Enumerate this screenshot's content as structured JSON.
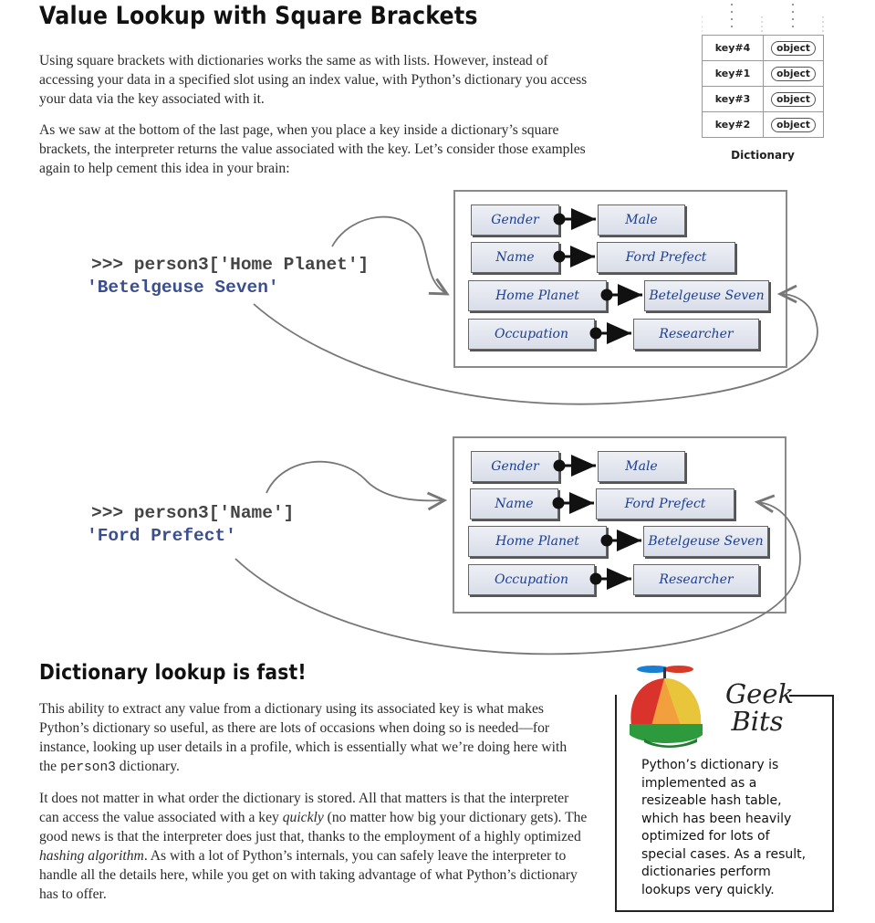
{
  "heading_main": "Value Lookup with Square Brackets",
  "intro": {
    "p1": "Using square brackets with dictionaries works the same as with lists. However, instead of accessing your data in a specified slot using an index value, with Python’s dictionary you access your data via the key associated with it.",
    "p2": "As we saw at the bottom of the last page, when you place a key inside a dictionary’s square brackets, the interpreter returns the value associated with the key. Let’s consider those examples again to help cement this idea in your brain:"
  },
  "dict_figure": {
    "rows": [
      {
        "key": "key#4",
        "value": "object"
      },
      {
        "key": "key#1",
        "value": "object"
      },
      {
        "key": "key#3",
        "value": "object"
      },
      {
        "key": "key#2",
        "value": "object"
      }
    ],
    "caption": "Dictionary"
  },
  "example1": {
    "input": ">>> person3['Home Planet']",
    "output": "'Betelgeuse Seven'"
  },
  "example2": {
    "input": ">>> person3['Name']",
    "output": "'Ford Prefect'"
  },
  "dict_pairs": [
    {
      "key": "Gender",
      "value": "Male"
    },
    {
      "key": "Name",
      "value": "Ford Prefect"
    },
    {
      "key": "Home Planet",
      "value": "Betelgeuse Seven"
    },
    {
      "key": "Occupation",
      "value": "Researcher"
    }
  ],
  "heading_fast": "Dictionary lookup is fast!",
  "body": {
    "p1_a": "This ability to extract any value from a dictionary using its associated key is what makes Python’s dictionary so useful, as there are lots of occasions when doing so is needed—for instance, looking up user details in a profile, which is essentially what we’re doing here with the ",
    "p1_code": "person3",
    "p1_b": " dictionary.",
    "p2_a": "It does not matter in what order the dictionary is stored. All that matters is that the interpreter can access the value associated with a key ",
    "p2_i1": "quickly",
    "p2_b": " (no matter how big your dictionary gets). The good news is that the interpreter does just that, thanks to the employment of a highly optimized ",
    "p2_i2": "hashing algorithm",
    "p2_c": ". As with a lot of Python’s internals, you can safely leave the interpreter to handle all the details here, while you get on with taking advantage of what Python’s dictionary has to offer."
  },
  "geek_bits": {
    "title_line1": "Geek",
    "title_line2": "Bits",
    "text": "Python’s dictionary is implemented as a resizeable hash table, which has been heavily optimized for lots of special cases. As a result, dictionaries perform lookups very quickly."
  },
  "colors": {
    "code_output": "#3b4f8f",
    "box_text": "#1c3f8f"
  }
}
